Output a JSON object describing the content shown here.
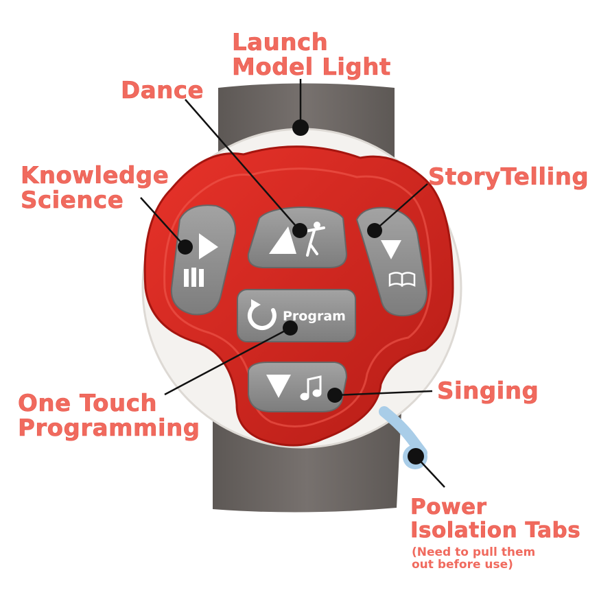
{
  "labels": {
    "launch_model_light": [
      "Launch",
      "Model Light"
    ],
    "dance": "Dance",
    "knowledge_science": [
      "Knowledge",
      "Science"
    ],
    "storytelling": "StoryTelling",
    "one_touch_programming": [
      "One Touch",
      "Programming"
    ],
    "singing": "Singing",
    "power_isolation_tabs": [
      "Power",
      "Isolation Tabs"
    ],
    "power_isolation_note": [
      "(Need to pull them",
      "out before use)"
    ]
  },
  "device": {
    "program_button_text": "Program"
  },
  "colors": {
    "label_text": "#f06a5e",
    "device_red": "#d8261f",
    "button_gray": "#8e8e8e",
    "strap_gray": "#6b6663",
    "tab_blue": "#a9cde8"
  },
  "icons": [
    "play-triangle-icon",
    "dancer-icon",
    "book-icon",
    "bookshelf-icon",
    "refresh-icon",
    "music-note-icon"
  ]
}
